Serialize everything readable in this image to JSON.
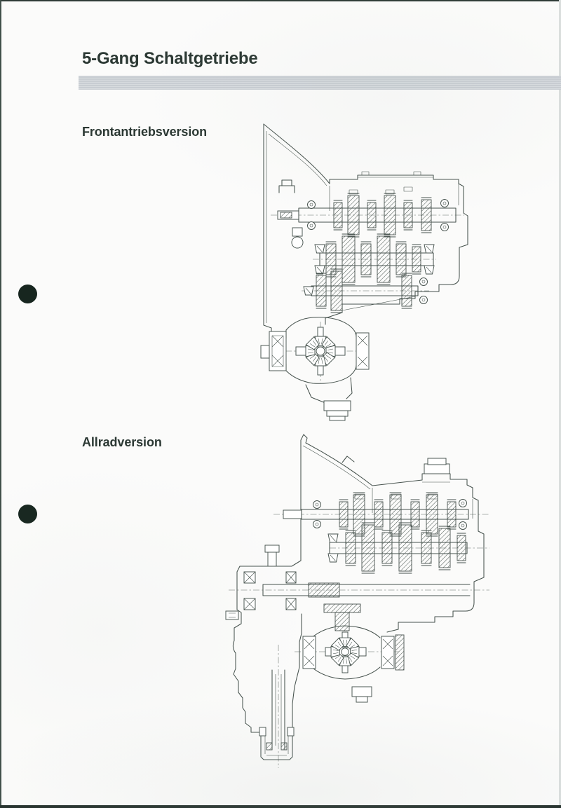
{
  "document": {
    "title": "5-Gang Schaltgetriebe",
    "sections": [
      {
        "label": "Frontantriebsversion",
        "drawing": "frontantrieb-cross-section-drawing"
      },
      {
        "label": "Allradversion",
        "drawing": "allrad-cross-section-drawing"
      }
    ]
  },
  "colors": {
    "paper": "#fbfbfa",
    "ink": "#46524d",
    "heading_text": "#2b3833",
    "divider_bar": "#c8cdd2",
    "punch_hole": "#17261f"
  }
}
